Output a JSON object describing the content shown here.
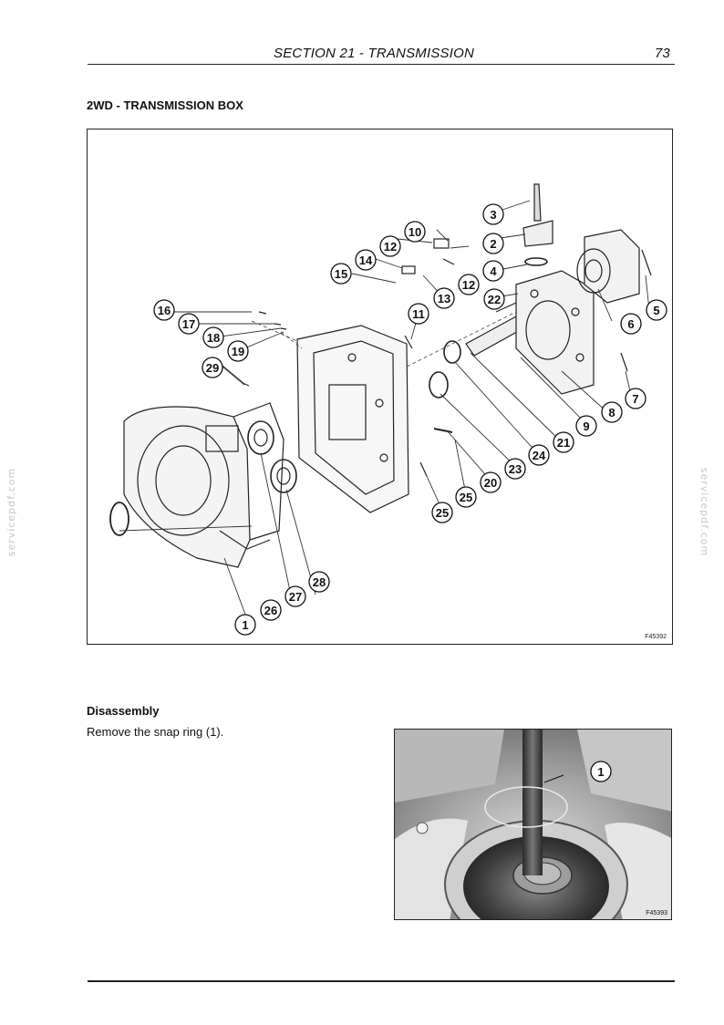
{
  "header": {
    "section_title": "SECTION 21 - TRANSMISSION",
    "page_number": "73"
  },
  "section_heading": "2WD - TRANSMISSION BOX",
  "diagram": {
    "figure_code": "F45392",
    "callouts": [
      "1",
      "2",
      "3",
      "4",
      "5",
      "6",
      "7",
      "8",
      "9",
      "10",
      "11",
      "12",
      "12",
      "13",
      "14",
      "15",
      "16",
      "17",
      "18",
      "19",
      "20",
      "21",
      "22",
      "23",
      "24",
      "25",
      "25",
      "26",
      "27",
      "28",
      "29"
    ]
  },
  "watermark": "servicepdf.com",
  "disassembly": {
    "heading": "Disassembly",
    "text": "Remove the snap ring (1)."
  },
  "photo": {
    "figure_code": "F45393",
    "callout": "1"
  }
}
